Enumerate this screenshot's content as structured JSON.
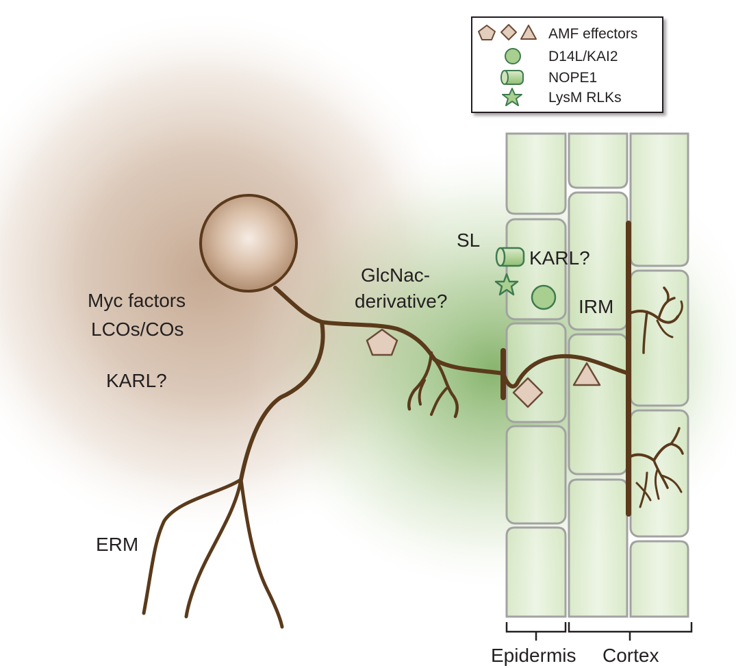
{
  "labels": {
    "myc_factors": "Myc factors",
    "lcos_cos": "LCOs/COs",
    "karl_left": "KARL?",
    "glcnac_line1": "GlcNac-",
    "glcnac_line2": "derivative?",
    "sl": "SL",
    "karl_right": "KARL?",
    "irm": "IRM",
    "erm": "ERM",
    "epidermis": "Epidermis",
    "cortex": "Cortex"
  },
  "legend": {
    "items": [
      {
        "icon": "pentagon-diamond-triangle-icons",
        "label": "AMF effectors"
      },
      {
        "icon": "circle-icon",
        "label": "D14L/KAI2"
      },
      {
        "icon": "cylinder-icon",
        "label": "NOPE1"
      },
      {
        "icon": "star-icon",
        "label": "LysM RLKs"
      }
    ]
  },
  "colors": {
    "hypha": "#5a3a1b",
    "fungal_cloud": "#c8ab93",
    "plant_cloud": "#7fae5a",
    "cell_fill": "#d9e9c7",
    "cell_stroke": "#a2a2a2",
    "effector_fill": "#e3cdbd",
    "effector_stroke": "#6b4a35",
    "receptor_fill": "#a8cf8f",
    "receptor_stroke": "#3f7a50"
  }
}
